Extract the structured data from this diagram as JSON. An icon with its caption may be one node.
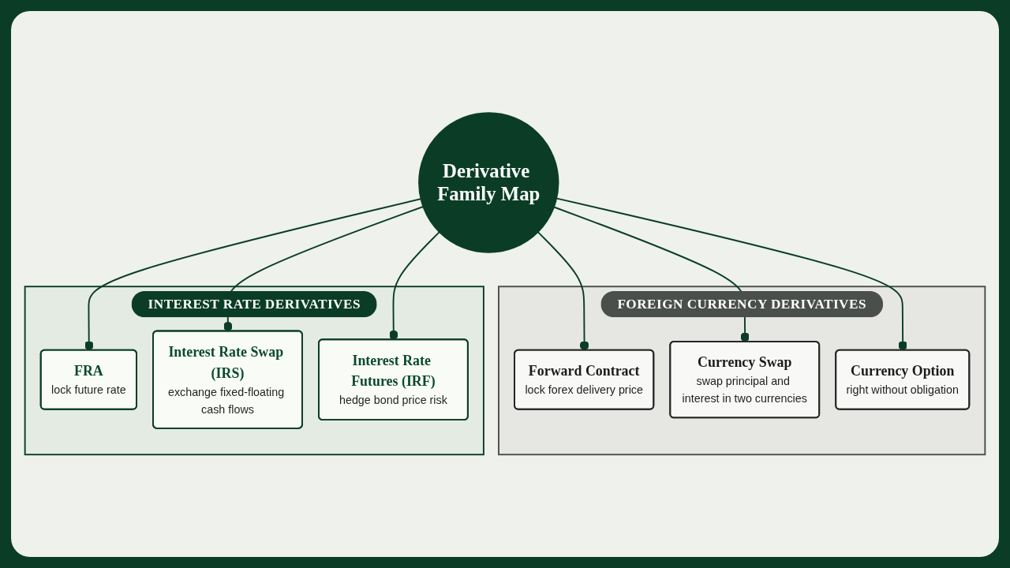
{
  "diagram": {
    "nodes": [
      {
        "text": [
          "INTEREST RATE DERIVATIVES"
        ]
      },
      {
        "text": [
          "FRA",
          "lock future rate"
        ],
        "in": 0
      },
      {
        "text": [
          "Interest Rate Swap (IRS)",
          "exchange fixed-floating cash flows"
        ],
        "in": 0
      },
      {
        "text": [
          "Interest Rate Futures (IRF)",
          "hedge bond price risk"
        ],
        "in": 0
      },
      {
        "text": [
          "Derivative Family Map"
        ]
      },
      {
        "text": [
          "FOREIGN CURRENCY DERIVATIVES"
        ]
      },
      {
        "text": [
          "Forward Contract",
          "lock forex delivery price"
        ],
        "in": 5
      },
      {
        "text": [
          "Currency Swap",
          "swap principal and interest in two currencies"
        ],
        "in": 5
      },
      {
        "text": [
          "Currency Option",
          "right without obligation"
        ],
        "in": 5
      }
    ],
    "edges": [
      {
        "from": 4,
        "to": 1,
        "arrow": "other"
      },
      {
        "from": 4,
        "to": 2,
        "arrow": "other"
      },
      {
        "from": 4,
        "to": 3,
        "arrow": "other"
      },
      {
        "from": 4,
        "to": 6,
        "arrow": "other"
      },
      {
        "from": 4,
        "to": 7,
        "arrow": "other"
      },
      {
        "from": 4,
        "to": 8,
        "arrow": "other"
      }
    ]
  }
}
